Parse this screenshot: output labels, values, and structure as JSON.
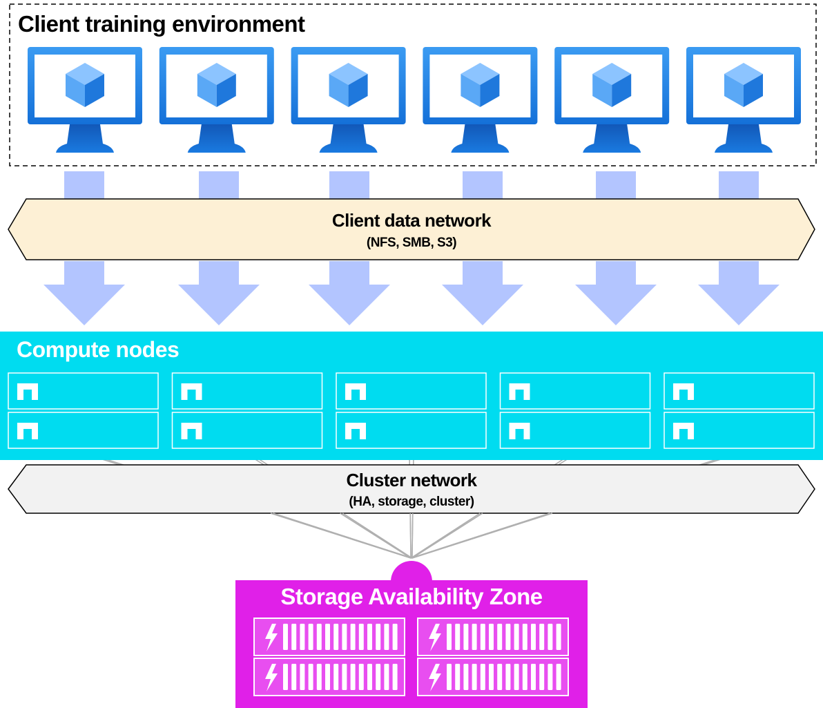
{
  "client_environment": {
    "title": "Client training environment",
    "client_count": 6,
    "client_icon": "monitor-with-cube-icon"
  },
  "client_data_network": {
    "title": "Client data network",
    "subtitle": "(NFS, SMB, S3)"
  },
  "compute_nodes": {
    "title": "Compute nodes",
    "node_columns": 5,
    "node_rows": 2,
    "node_icon": "netapp-logo-icon"
  },
  "cluster_network": {
    "title": "Cluster network",
    "subtitle": "(HA, storage, cluster)"
  },
  "storage_zone": {
    "title": "Storage Availability Zone",
    "unit_columns": 2,
    "unit_rows": 2,
    "unit_icon": "lightning-bolt-icon"
  },
  "colors": {
    "monitor_blue": "#1a80e0",
    "cube_blue": "#4a9af0",
    "flow_arrow": "#b3c5ff",
    "client_network_fill": "#fdf0d5",
    "compute_cyan": "#00dcf0",
    "cluster_network_fill": "#f2f2f2",
    "storage_magenta": "#e020e8",
    "storage_unit_fill": "#e84ef0"
  }
}
